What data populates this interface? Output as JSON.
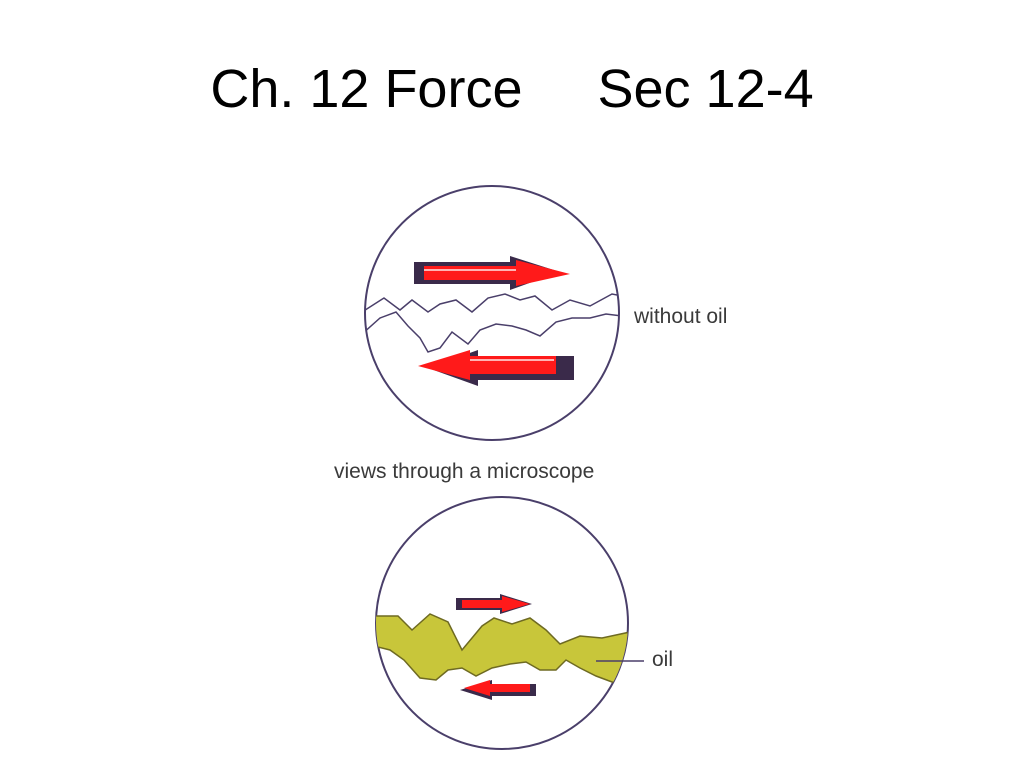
{
  "slide": {
    "title_left": "Ch. 12 Force",
    "title_right": "Sec 12-4"
  },
  "diagram": {
    "label_without_oil": "without oil",
    "label_views": "views through a microscope",
    "label_oil": "oil"
  },
  "colors": {
    "arrow_red": "#ff1a1a",
    "arrow_shadow": "#3a2a4a",
    "oil_fill": "#c8c63a",
    "circle_stroke": "#4a3f6a",
    "text": "#000000"
  }
}
